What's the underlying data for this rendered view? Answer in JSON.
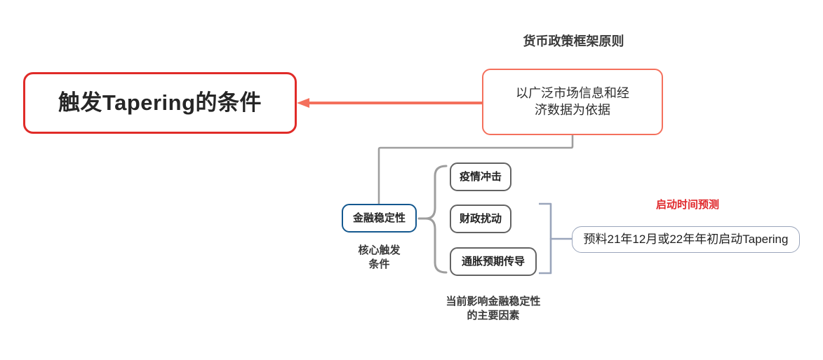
{
  "diagram": {
    "type": "mind-map",
    "background": "#ffffff",
    "colors": {
      "root_border": "#e02b28",
      "principle_border": "#f4705c",
      "principle_connector": "#f4705c",
      "stability_border": "#14588f",
      "factor_border": "#636363",
      "forecast_border": "#9aa5bb",
      "gray_connector": "#9e9e9e",
      "caption_text": "#3a3a3a",
      "forecast_caption_text": "#e0292c"
    },
    "root": {
      "label": "触发Tapering的条件"
    },
    "principle": {
      "caption": "货币政策框架原则",
      "label": "以广泛市场信息和经\n济数据为依据"
    },
    "stability": {
      "label": "金融稳定性",
      "caption": "核心触发\n条件"
    },
    "factors": {
      "caption": "当前影响金融稳定性\n的主要因素",
      "items": [
        {
          "label": "疫情冲击"
        },
        {
          "label": "财政扰动"
        },
        {
          "label": "通胀预期传导"
        }
      ]
    },
    "forecast": {
      "caption": "启动时间预测",
      "label": "预料21年12月或22年年初启动Tapering"
    }
  }
}
